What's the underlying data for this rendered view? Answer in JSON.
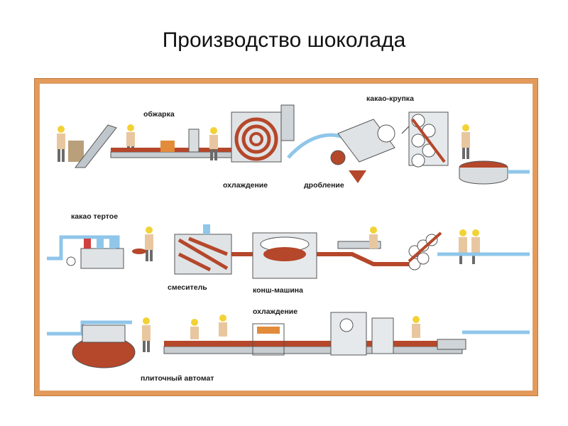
{
  "title": "Производство шоколада",
  "labels": {
    "roasting": "обжарка",
    "cocoa_nibs": "какао-крупка",
    "cooling_1": "охлаждение",
    "crushing": "дробление",
    "cocoa_liquor": "какао тертое",
    "mixer": "смеситель",
    "conche": "конш-машина",
    "cooling_2": "охлаждение",
    "tiling_machine": "плиточный автомат"
  },
  "colors": {
    "frame": "#e39a5a",
    "pipe": "#8fc6ea",
    "cocoa": "#b5472a",
    "machine": "#d9dde0",
    "worker_hat": "#f2d235"
  }
}
